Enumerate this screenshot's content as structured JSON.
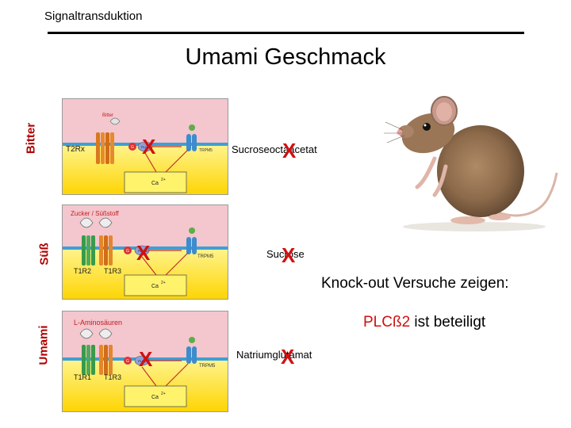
{
  "header": {
    "label": "Signaltransduktion"
  },
  "title": "Umami Geschmack",
  "rows": [
    {
      "side_label": "Bitter",
      "panel_title": "Bitter",
      "receptor_primary": "T2Rx",
      "receptor_secondary": "",
      "channel": "TRPM5",
      "ca": "Ca",
      "ca_sup": "2+",
      "g_label": "G",
      "plc_label": "PLCβ2",
      "substance": "Sucroseoctaacetat",
      "x_mark": "X"
    },
    {
      "side_label": "Süß",
      "panel_title": "Zucker / Süßstoff",
      "receptor_primary": "T1R2",
      "receptor_secondary": "T1R3",
      "channel": "TRPM5",
      "ca": "Ca",
      "ca_sup": "2+",
      "g_label": "G",
      "plc_label": "PLCβ2",
      "substance": "Sucrose",
      "x_mark": "X"
    },
    {
      "side_label": "Umami",
      "panel_title": "L-Aminosäuren",
      "receptor_primary": "T1R1",
      "receptor_secondary": "T1R3",
      "channel": "TRPM5",
      "ca": "Ca",
      "ca_sup": "2+",
      "g_label": "G",
      "plc_label": "PLCβ2",
      "substance": "Natriumglutamat",
      "x_mark": "X"
    }
  ],
  "knockout": "Knock-out Versuche zeigen:",
  "plc_result": {
    "highlight": "PLCß2",
    "rest": " ist beteiligt"
  },
  "colors": {
    "x_red": "#d01010",
    "side_red": "#b00000",
    "panel_pink": "#f3c5cd",
    "panel_yellow": "#fde11e",
    "membrane_blue": "#3d9fd6"
  },
  "icons": {
    "mouse": "mouse-photo"
  }
}
